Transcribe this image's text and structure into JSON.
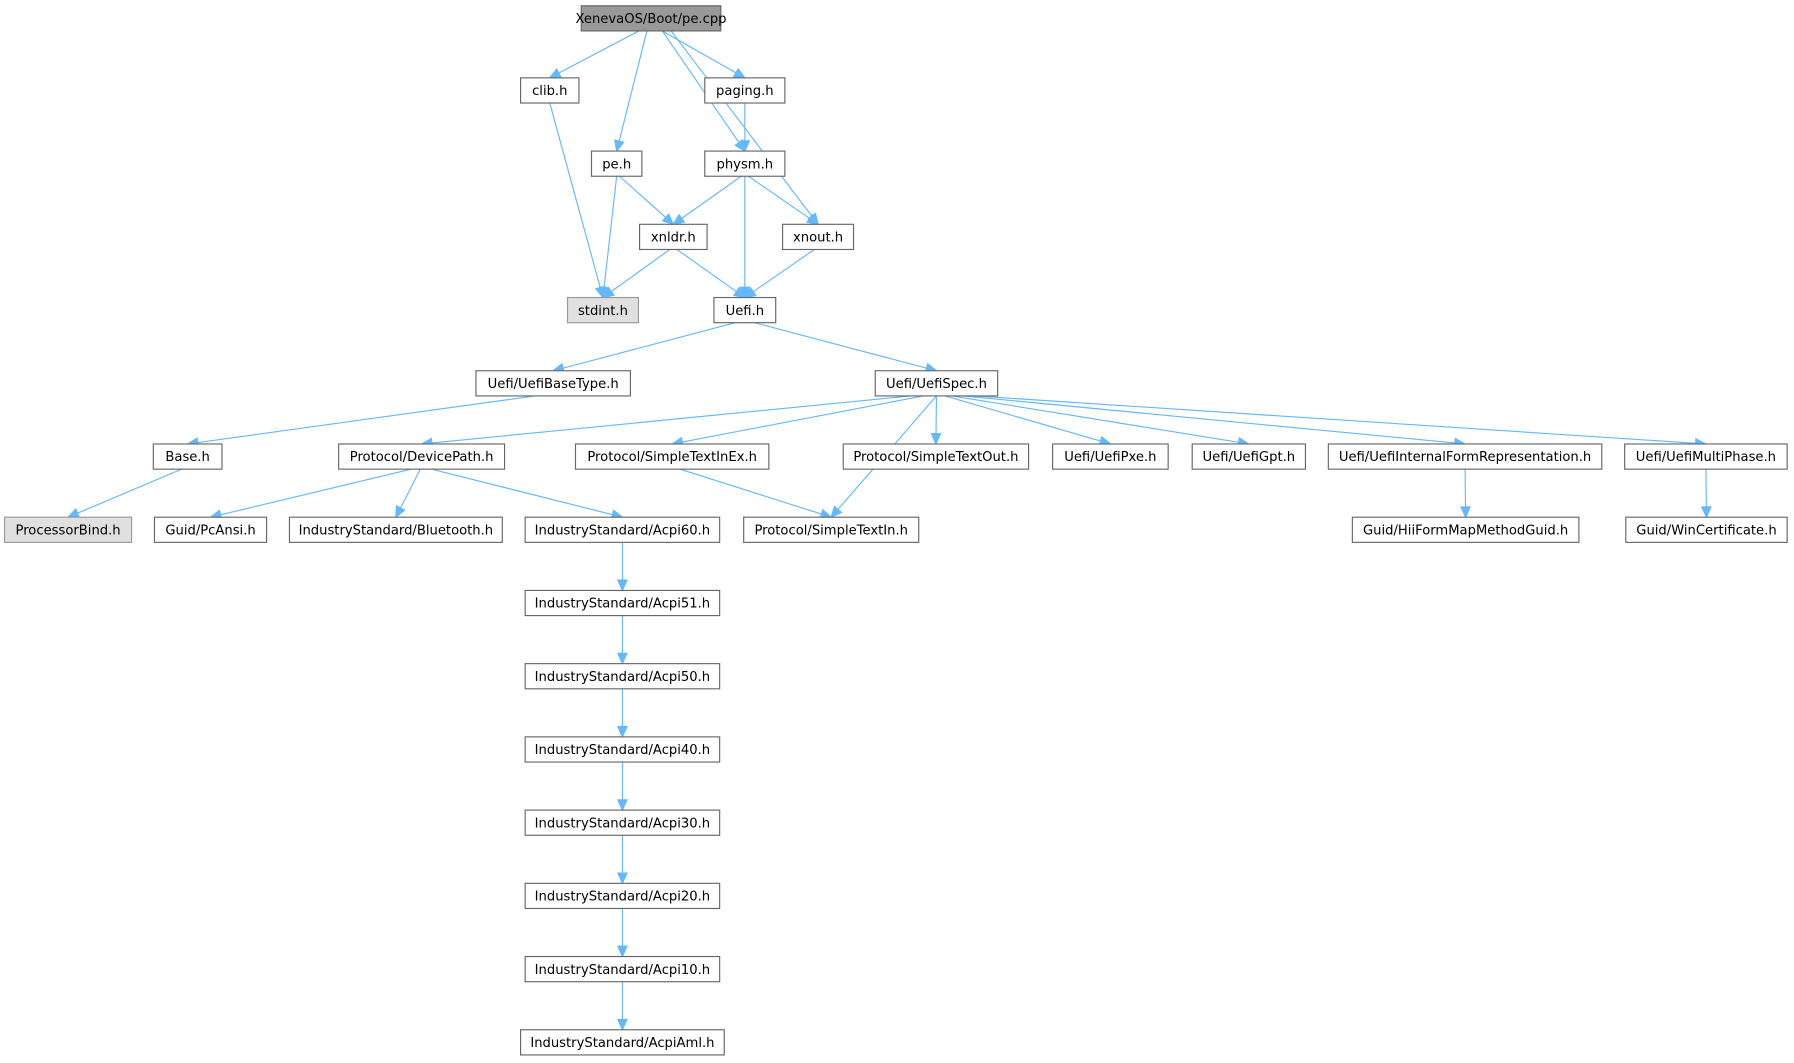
{
  "nodes": {
    "root": {
      "label": "XenevaOS/Boot/pe.cpp",
      "style": "root"
    },
    "clib": {
      "label": "clib.h"
    },
    "paging": {
      "label": "paging.h"
    },
    "pe": {
      "label": "pe.h"
    },
    "physm": {
      "label": "physm.h"
    },
    "xnldr": {
      "label": "xnldr.h"
    },
    "xnout": {
      "label": "xnout.h"
    },
    "stdint": {
      "label": "stdint.h",
      "style": "gray"
    },
    "uefi": {
      "label": "Uefi.h"
    },
    "basetype": {
      "label": "Uefi/UefiBaseType.h"
    },
    "uefispec": {
      "label": "Uefi/UefiSpec.h"
    },
    "base": {
      "label": "Base.h"
    },
    "devicepath": {
      "label": "Protocol/DevicePath.h"
    },
    "stie": {
      "label": "Protocol/SimpleTextInEx.h"
    },
    "sto": {
      "label": "Protocol/SimpleTextOut.h"
    },
    "pxe": {
      "label": "Uefi/UefiPxe.h"
    },
    "gpt": {
      "label": "Uefi/UefiGpt.h"
    },
    "ifr": {
      "label": "Uefi/UefiInternalFormRepresentation.h"
    },
    "multiphase": {
      "label": "Uefi/UefiMultiPhase.h"
    },
    "procbind": {
      "label": "ProcessorBind.h",
      "style": "gray"
    },
    "pcansi": {
      "label": "Guid/PcAnsi.h"
    },
    "bluetooth": {
      "label": "IndustryStandard/Bluetooth.h"
    },
    "acpi60": {
      "label": "IndustryStandard/Acpi60.h"
    },
    "sti": {
      "label": "Protocol/SimpleTextIn.h"
    },
    "hiiform": {
      "label": "Guid/HiiFormMapMethodGuid.h"
    },
    "wincert": {
      "label": "Guid/WinCertificate.h"
    },
    "acpi51": {
      "label": "IndustryStandard/Acpi51.h"
    },
    "acpi50": {
      "label": "IndustryStandard/Acpi50.h"
    },
    "acpi40": {
      "label": "IndustryStandard/Acpi40.h"
    },
    "acpi30": {
      "label": "IndustryStandard/Acpi30.h"
    },
    "acpi20": {
      "label": "IndustryStandard/Acpi20.h"
    },
    "acpi10": {
      "label": "IndustryStandard/Acpi10.h"
    },
    "acpiaml": {
      "label": "IndustryStandard/AcpiAml.h"
    }
  },
  "edges": [
    [
      "root",
      "clib"
    ],
    [
      "root",
      "pe"
    ],
    [
      "root",
      "physm"
    ],
    [
      "root",
      "paging"
    ],
    [
      "root",
      "xnout"
    ],
    [
      "clib",
      "stdint"
    ],
    [
      "paging",
      "physm"
    ],
    [
      "pe",
      "stdint"
    ],
    [
      "pe",
      "xnldr"
    ],
    [
      "physm",
      "xnldr"
    ],
    [
      "physm",
      "uefi"
    ],
    [
      "physm",
      "xnout"
    ],
    [
      "xnldr",
      "stdint"
    ],
    [
      "xnldr",
      "uefi"
    ],
    [
      "xnout",
      "uefi"
    ],
    [
      "uefi",
      "basetype"
    ],
    [
      "uefi",
      "uefispec"
    ],
    [
      "basetype",
      "base"
    ],
    [
      "base",
      "procbind"
    ],
    [
      "uefispec",
      "devicepath"
    ],
    [
      "uefispec",
      "stie"
    ],
    [
      "uefispec",
      "sti"
    ],
    [
      "uefispec",
      "sto"
    ],
    [
      "uefispec",
      "pxe"
    ],
    [
      "uefispec",
      "gpt"
    ],
    [
      "uefispec",
      "ifr"
    ],
    [
      "uefispec",
      "multiphase"
    ],
    [
      "devicepath",
      "pcansi"
    ],
    [
      "devicepath",
      "bluetooth"
    ],
    [
      "devicepath",
      "acpi60"
    ],
    [
      "stie",
      "sti"
    ],
    [
      "ifr",
      "hiiform"
    ],
    [
      "multiphase",
      "wincert"
    ],
    [
      "acpi60",
      "acpi51"
    ],
    [
      "acpi51",
      "acpi50"
    ],
    [
      "acpi50",
      "acpi40"
    ],
    [
      "acpi40",
      "acpi30"
    ],
    [
      "acpi30",
      "acpi20"
    ],
    [
      "acpi20",
      "acpi10"
    ],
    [
      "acpi10",
      "acpiaml"
    ]
  ],
  "colors": {
    "edge": "#63b8ff",
    "root_fill": "#999999",
    "gray_fill": "#e0e0e0"
  }
}
